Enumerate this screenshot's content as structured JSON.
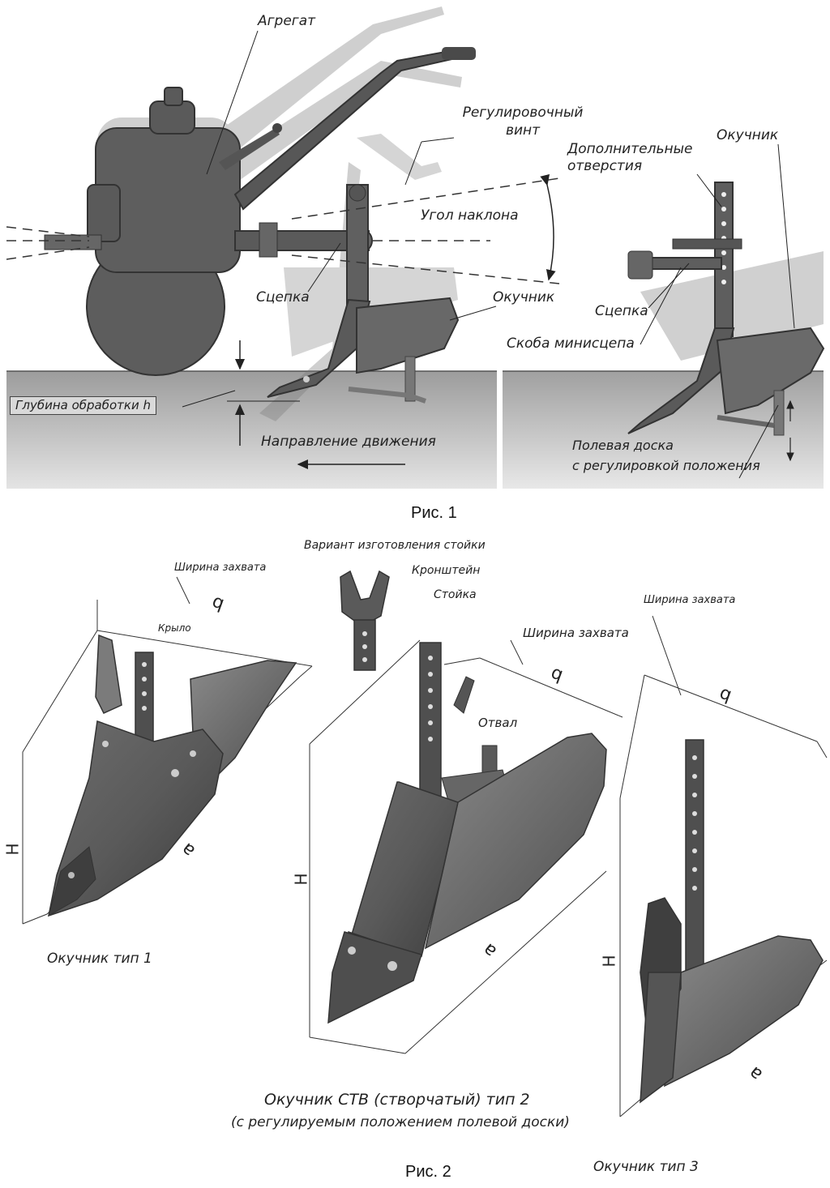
{
  "fig1": {
    "caption": "Рис. 1",
    "left": {
      "aggregate": "Агрегат",
      "adjusting_screw": [
        "Регулировочный",
        "винт"
      ],
      "tilt_angle": "Угол наклона",
      "hitch": "Сцепка",
      "hiller": "Окучник",
      "depth": "Глубина обработки h",
      "direction": "Направление движения"
    },
    "right": {
      "extra_holes": [
        "Дополнительные",
        "отверстия"
      ],
      "hiller": "Окучник",
      "hitch": "Сцепка",
      "bracket": "Скоба минисцепа",
      "field_board": [
        "Полевая доска",
        "с регулировкой положения"
      ]
    }
  },
  "fig2": {
    "caption": "Рис. 2",
    "type1": {
      "width_label": "Ширина захвата",
      "wing": "Крыло",
      "b": "b",
      "a": "a",
      "h": "H",
      "name": "Окучник тип 1"
    },
    "type2": {
      "variant": "Вариант изготовления стойки",
      "bracket": "Кронштейн",
      "post": "Стойка",
      "width_label": "Ширина захвата",
      "moldboard": "Отвал",
      "b": "b",
      "a": "a",
      "h": "H",
      "name": "Окучник СТВ (створчатый) тип 2",
      "subname": "(с регулируемым положением полевой доски)"
    },
    "type3": {
      "width_label": "Ширина захвата",
      "b": "b",
      "a": "a",
      "h": "H",
      "name": "Окучник тип 3"
    }
  }
}
